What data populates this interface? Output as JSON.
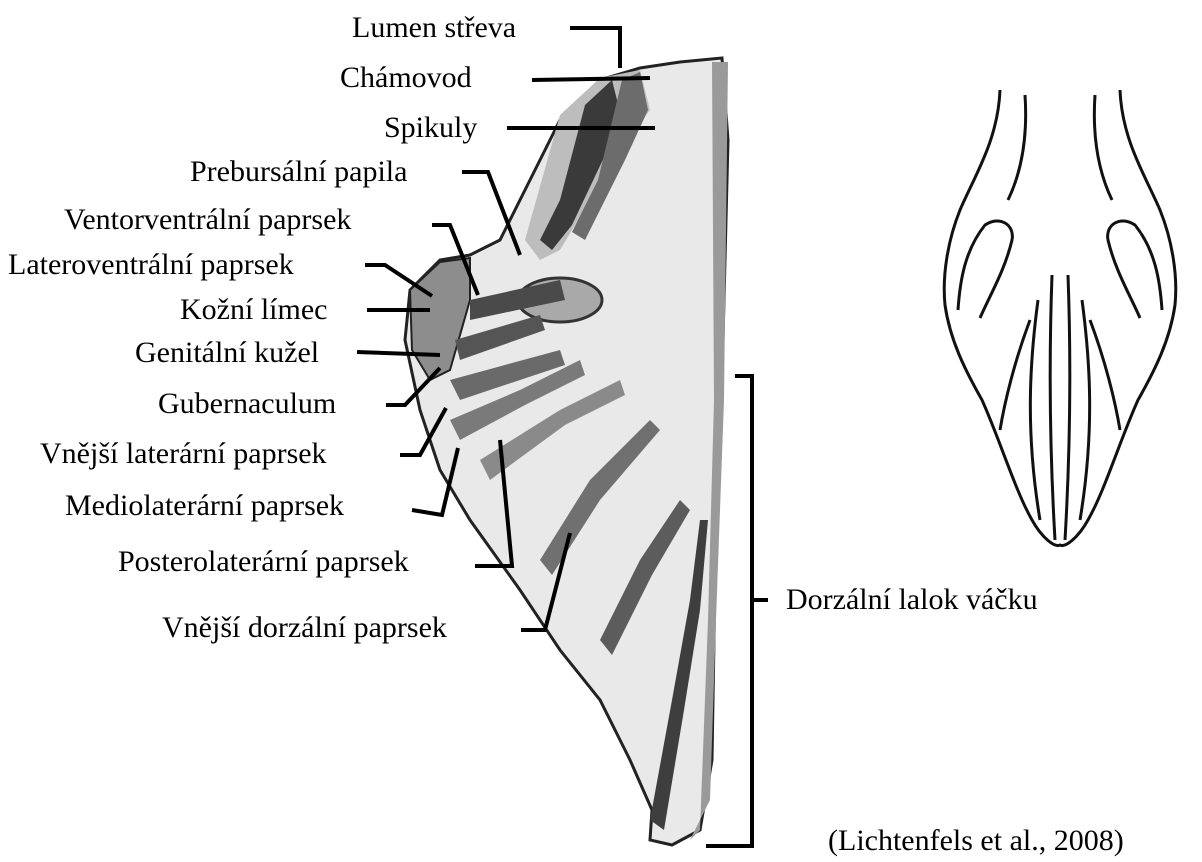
{
  "labels": {
    "lumen": "Lumen střeva",
    "chamovod": "Chámovod",
    "spikuly": "Spikuly",
    "prebursalni": "Prebursální papila",
    "ventorventralni": "Ventorventrální paprsek",
    "lateroventralni": "Lateroventrální paprsek",
    "kozni": "Kožní límec",
    "genitalni": "Genitální kužel",
    "gubernaculum": "Gubernaculum",
    "vnejsi_lateralni": "Vnější laterární paprsek",
    "mediolateralni": "Mediolaterární paprsek",
    "posterolateralni": "Posterolaterární paprsek",
    "vnejsi_dorzalni": "Vnější dorzální paprsek",
    "dorzalni_lalok": "Dorzální lalok váčku"
  },
  "citation": "(Lichtenfels et al., 2008)"
}
